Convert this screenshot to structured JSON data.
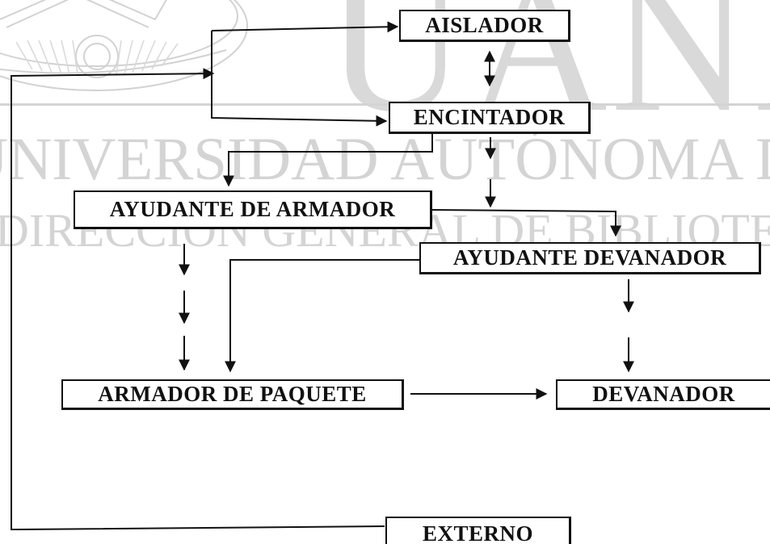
{
  "watermark": {
    "logo_text": "UANL",
    "line1": "UNIVERSIDAD AUTÓNOMA DE NUEVO",
    "line2": "DIRECCIÓN GENERAL DE BIBLIOTECAS"
  },
  "nodes": {
    "aislador": "AISLADOR",
    "encintador": "ENCINTADOR",
    "ayudante_armador": "AYUDANTE DE ARMADOR",
    "ayudante_devanador": "AYUDANTE DEVANADOR",
    "armador_paquete": "ARMADOR DE PAQUETE",
    "devanador": "DEVANADOR",
    "externo": "EXTERNO"
  },
  "edges": [
    {
      "from": "EXTERNO",
      "to": "AISLADOR"
    },
    {
      "from": "EXTERNO",
      "to": "ENCINTADOR"
    },
    {
      "from": "AISLADOR",
      "to": "ENCINTADOR",
      "style": "bidirectional"
    },
    {
      "from": "ENCINTADOR",
      "to": "AYUDANTE DE ARMADOR"
    },
    {
      "from": "ENCINTADOR",
      "to": "AYUDANTE DEVANADOR"
    },
    {
      "from": "AYUDANTE DE ARMADOR",
      "to": "AYUDANTE DEVANADOR"
    },
    {
      "from": "AYUDANTE DE ARMADOR",
      "to": "ARMADOR DE PAQUETE"
    },
    {
      "from": "AYUDANTE DEVANADOR",
      "to": "ARMADOR DE PAQUETE"
    },
    {
      "from": "AYUDANTE DEVANADOR",
      "to": "DEVANADOR"
    },
    {
      "from": "ARMADOR DE PAQUETE",
      "to": "DEVANADOR"
    }
  ],
  "colors": {
    "ink": "#111111",
    "watermark": "#d4d4d4",
    "background": "#ffffff"
  }
}
